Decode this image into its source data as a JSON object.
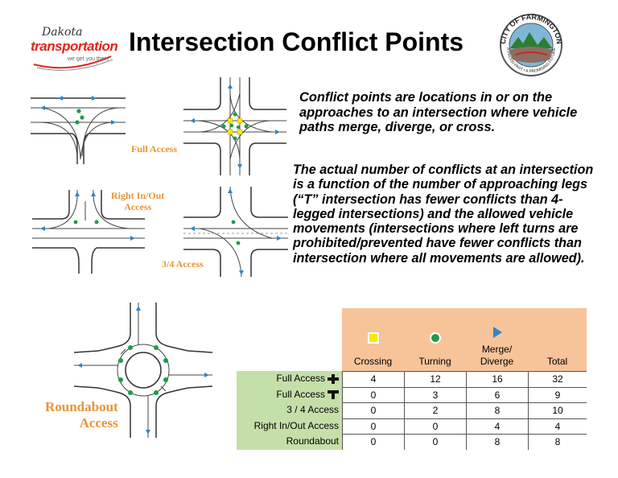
{
  "header": {
    "title": "Intersection Conflict Points",
    "logo_left": {
      "script": "Dakota",
      "wordmark": "transportation",
      "tagline": "we get you there"
    },
    "seal": {
      "top_text": "CITY OF FARMINGTON",
      "bottom_text": "A PROUD PAST • A PROMISING FUTURE"
    }
  },
  "text": {
    "para1": "Conflict points are locations in or on the approaches to an intersection where vehicle paths merge, diverge, or cross.",
    "para2": "The actual number of conflicts at an intersection is a function of the number of approaching legs (“T” intersection has fewer conflicts than 4-legged intersections) and the allowed vehicle movements (intersections where left turns are prohibited/prevented have fewer conflicts than intersection where all movements are allowed)."
  },
  "diagrams": {
    "full_access_label": "Full Access",
    "right_in_out_label_1": "Right In/Out",
    "right_in_out_label_2": "Access",
    "three_quarter_label": "3/4 Access",
    "roundabout_label_1": "Roundabout",
    "roundabout_label_2": "Access"
  },
  "colors": {
    "accent_orange": "#e8943a",
    "table_header": "#f7c49a",
    "table_rowlabels": "#c5dfa9",
    "crossing_marker": "#f5e90a",
    "turning_marker": "#1e9b4a",
    "merge_marker": "#2f86c8",
    "brand_red": "#e2231a"
  },
  "table": {
    "headers": {
      "crossing": "Crossing",
      "turning": "Turning",
      "merge_1": "Merge/",
      "merge_2": "Diverge",
      "total": "Total"
    },
    "header_icons": [
      "crossing-square-icon",
      "turning-dot-icon",
      "merge-triangle-icon"
    ],
    "rows": [
      {
        "label": "Full Access",
        "icon": "four-leg-icon",
        "values": [
          "4",
          "12",
          "16",
          "32"
        ]
      },
      {
        "label": "Full Access",
        "icon": "t-leg-icon",
        "values": [
          "0",
          "3",
          "6",
          "9"
        ]
      },
      {
        "label": "3 / 4 Access",
        "icon": "",
        "values": [
          "0",
          "2",
          "8",
          "10"
        ]
      },
      {
        "label": "Right In/Out Access",
        "icon": "",
        "values": [
          "0",
          "0",
          "4",
          "4"
        ]
      },
      {
        "label": "Roundabout",
        "icon": "",
        "values": [
          "0",
          "0",
          "8",
          "8"
        ]
      }
    ]
  }
}
